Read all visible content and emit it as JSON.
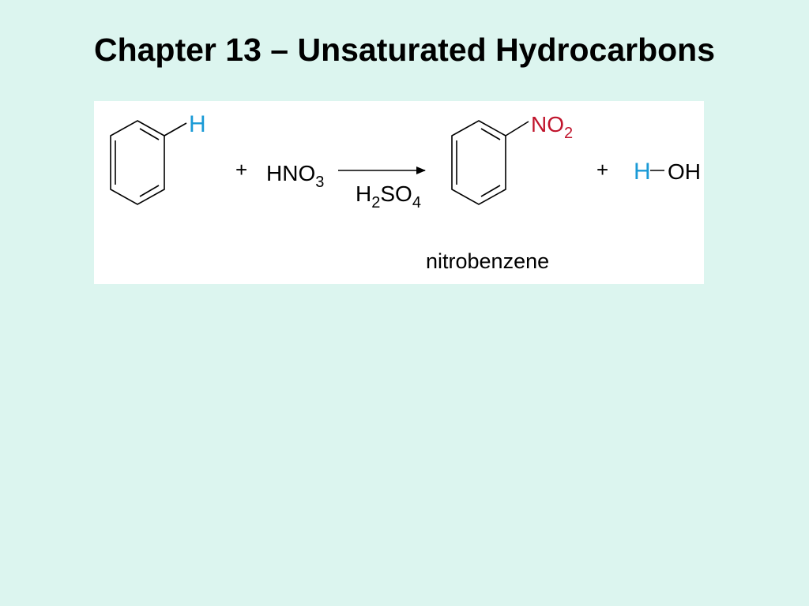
{
  "slide": {
    "title": "Chapter 13 – Unsaturated Hydrocarbons"
  },
  "reaction": {
    "reactant_substituent": "H",
    "plus_1": "+",
    "reagent_main": "HNO",
    "reagent_sub": "3",
    "catalyst_h": "H",
    "catalyst_h_sub": "2",
    "catalyst_so": "SO",
    "catalyst_so_sub": "4",
    "product_substituent_main": "NO",
    "product_substituent_sub": "2",
    "product_name": "nitrobenzene",
    "plus_2": "+",
    "byproduct_h": "H",
    "byproduct_oh": "OH"
  },
  "colors": {
    "background": "#dcf5ef",
    "panel": "#ffffff",
    "text": "#000000",
    "hydrogen_highlight": "#1a9ad6",
    "nitro_highlight": "#c0142c",
    "bond": "#000000"
  }
}
